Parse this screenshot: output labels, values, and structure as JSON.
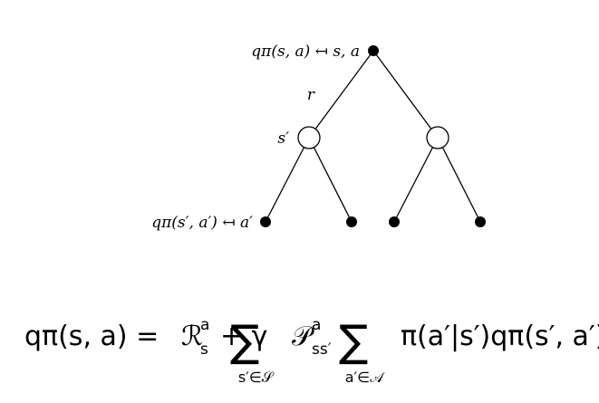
{
  "diagram": {
    "root_label": "qπ(s, a) ↤ s, a",
    "reward_label": "r",
    "state_label": "s′",
    "leaf_label": "qπ(s′, a′) ↤ a′"
  },
  "equation": {
    "lhs": "qπ(s, a) =",
    "reward_term": "ℛ",
    "reward_sup": "a",
    "reward_sub": "s",
    "plus_gamma": "+ γ",
    "sum1": "∑",
    "sum1_under": "s′∈𝒮",
    "transition": "𝒫",
    "transition_sup": "a",
    "transition_sub": "ss′",
    "sum2": "∑",
    "sum2_under": "a′∈𝒜",
    "policy_term": "π(a′|s′)qπ(s′, a′)"
  }
}
